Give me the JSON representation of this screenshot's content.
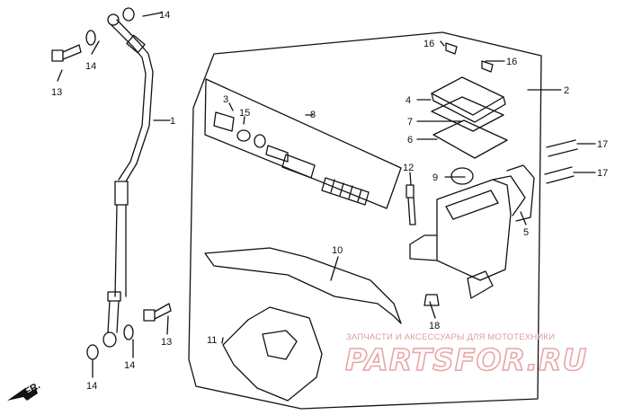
{
  "diagram": {
    "callouts": [
      "1",
      "2",
      "3",
      "4",
      "5",
      "6",
      "7",
      "8",
      "9",
      "10",
      "11",
      "12",
      "13",
      "14",
      "15",
      "16",
      "17",
      "18"
    ],
    "callout_labels": {
      "c14a": "14",
      "c14b": "14",
      "c14c": "14",
      "c14d": "14",
      "c13a": "13",
      "c13b": "13",
      "c1": "1",
      "c2": "2",
      "c3": "3",
      "c4": "4",
      "c5": "5",
      "c6": "6",
      "c7": "7",
      "c8": "8",
      "c9": "9",
      "c10": "10",
      "c11": "11",
      "c12": "12",
      "c15": "15",
      "c16a": "16",
      "c16b": "16",
      "c17a": "17",
      "c17b": "17",
      "c18": "18"
    },
    "direction_label": "FR."
  },
  "watermark": {
    "line1": "ЗАПЧАСТИ И АКСЕССУАРЫ ДЛЯ МОТОТЕХНИКИ",
    "line2": "PARTSFOR.RU"
  },
  "colors": {
    "ink": "#111111",
    "watermark": "#e9a5a5"
  }
}
